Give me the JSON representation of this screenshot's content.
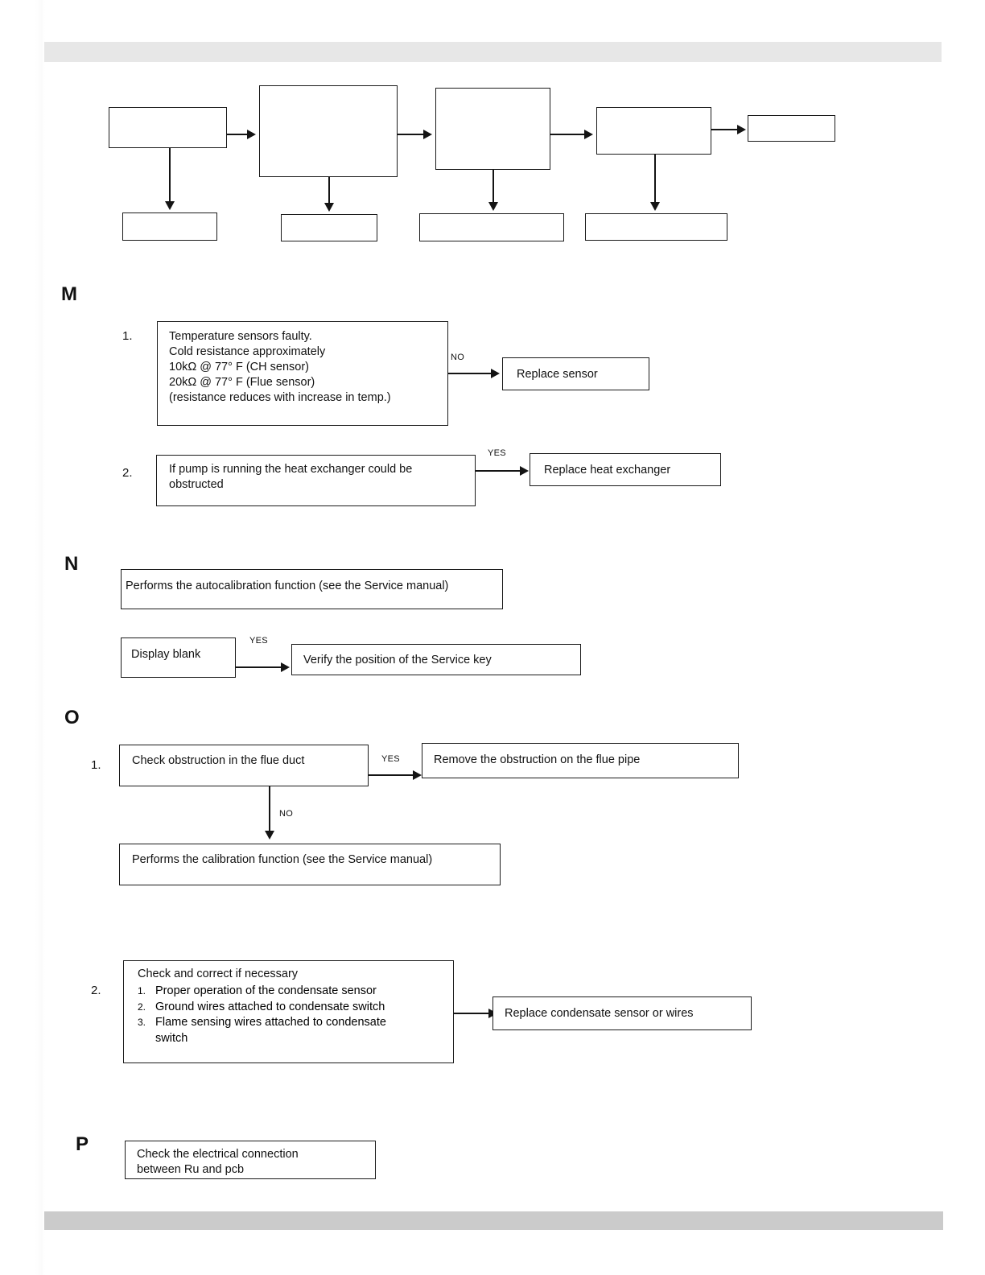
{
  "page": {
    "background_color": "#ffffff",
    "header_band_color": "#e7e7e7",
    "footer_band_color": "#cbcbcb",
    "line_color": "#141414"
  },
  "top_diagram": {
    "title": "",
    "boxes": [
      {
        "id": "top-box-1",
        "label": ""
      },
      {
        "id": "top-box-2",
        "label": ""
      },
      {
        "id": "top-box-3",
        "label": ""
      },
      {
        "id": "top-box-4",
        "label": ""
      },
      {
        "id": "top-box-5",
        "label": ""
      },
      {
        "id": "bottom-box-1",
        "label": ""
      },
      {
        "id": "bottom-box-2",
        "label": ""
      },
      {
        "id": "bottom-box-3",
        "label": ""
      },
      {
        "id": "bottom-box-4",
        "label": ""
      }
    ]
  },
  "sections": {
    "M": {
      "letter": "M",
      "items": [
        {
          "number": "1.",
          "condition": "Temperature sensors faulty.\nCold resistance approximately\n10kΩ @ 77° F (CH sensor)\n20kΩ @ 77° F (Flue sensor)\n(resistance reduces with increase in temp.)",
          "edge_label": "NO",
          "action": "Replace sensor"
        },
        {
          "number": "2.",
          "condition": "If pump is running the heat exchanger could be obstructed",
          "edge_label": "YES",
          "action": "Replace heat exchanger"
        }
      ]
    },
    "N": {
      "letter": "N",
      "note": "Performs the autocalibration function (see the Service manual)",
      "condition": "Display blank",
      "edge_label": "YES",
      "action": "Verify the position of the Service key"
    },
    "O": {
      "letter": "O",
      "items": [
        {
          "number": "1.",
          "condition": "Check obstruction in the flue duct",
          "yes_label": "YES",
          "yes_action": "Remove the obstruction on the flue pipe",
          "no_label": "NO",
          "no_action": "Performs the calibration function (see the Service manual)"
        },
        {
          "number": "2.",
          "heading": "Check and correct if necessary",
          "list": [
            {
              "n": "1.",
              "text": "Proper operation of the condensate sensor"
            },
            {
              "n": "2.",
              "text": "Ground wires attached to condensate switch"
            },
            {
              "n": "3.",
              "text": "Flame sensing wires attached to condensate"
            }
          ],
          "continuation": "switch",
          "action": "Replace condensate sensor or wires"
        }
      ]
    },
    "P": {
      "letter": "P",
      "note": "Check  the electrical connection\nbetween Ru and pcb"
    }
  }
}
